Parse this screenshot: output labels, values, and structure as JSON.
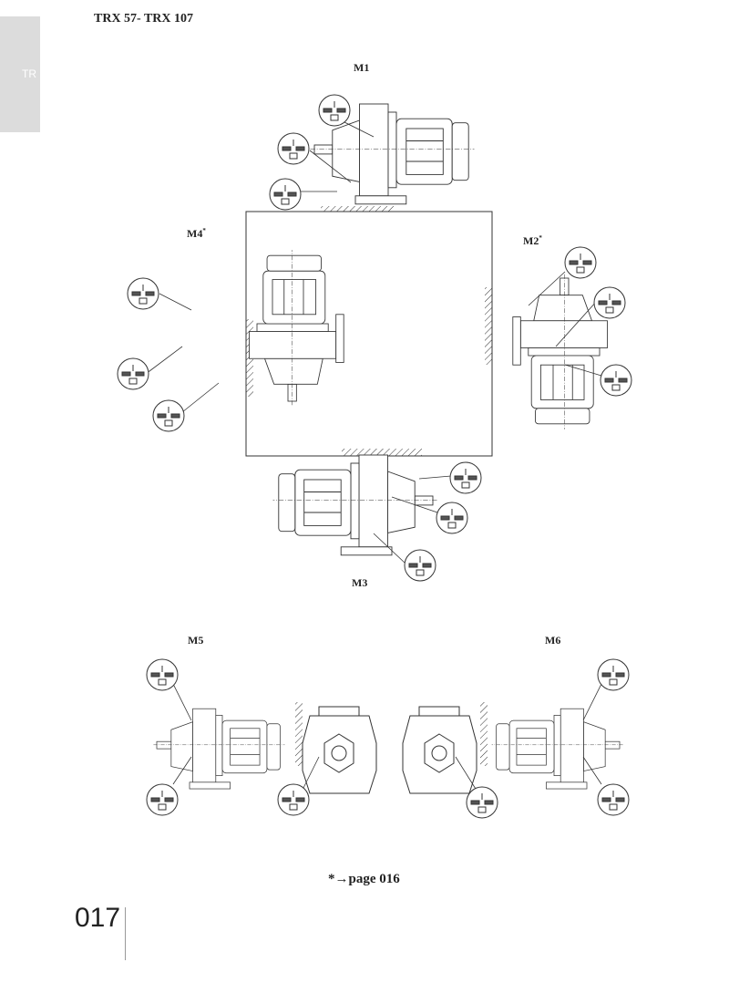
{
  "header": {
    "title": "TRX 57- TRX 107",
    "section_tab": "TR"
  },
  "positions": [
    {
      "id": "M1",
      "mark": ""
    },
    {
      "id": "M2",
      "mark": "*"
    },
    {
      "id": "M3",
      "mark": ""
    },
    {
      "id": "M4",
      "mark": "*"
    },
    {
      "id": "M5",
      "mark": ""
    },
    {
      "id": "M6",
      "mark": ""
    }
  ],
  "footnote": "*→page 016",
  "page_number": "017",
  "icons": [
    "gear-motor-drawing",
    "lubrication-callout-icon",
    "mounting-surface-hatch"
  ]
}
